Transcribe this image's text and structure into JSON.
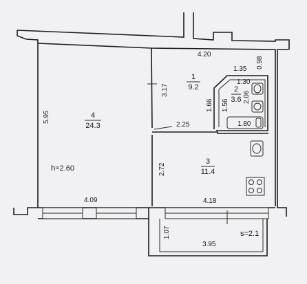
{
  "rooms": [
    {
      "number": "4",
      "area": "24.3"
    },
    {
      "number": "1",
      "area": "9.2"
    },
    {
      "number": "2",
      "area": "3.6"
    },
    {
      "number": "3",
      "area": "11.4"
    }
  ],
  "ceiling_height": "h=2.60",
  "balcony_area": "s=2.1",
  "dims": {
    "top_right": "4.20",
    "right_top": "0.98",
    "bath_top": "1.35",
    "bath_inner": "1.30",
    "bath_height": "2.06",
    "left_height": "5.95",
    "hall_height": "3.17",
    "bath_wall_a": "1.66",
    "bath_wall_b": "1.56",
    "tub": "1.80",
    "hall_bottom": "2.25",
    "kitchen_height": "2.72",
    "living_width": "4.09",
    "kitchen_width": "4.18",
    "balcony_depth": "1.07",
    "balcony_width": "3.95"
  }
}
